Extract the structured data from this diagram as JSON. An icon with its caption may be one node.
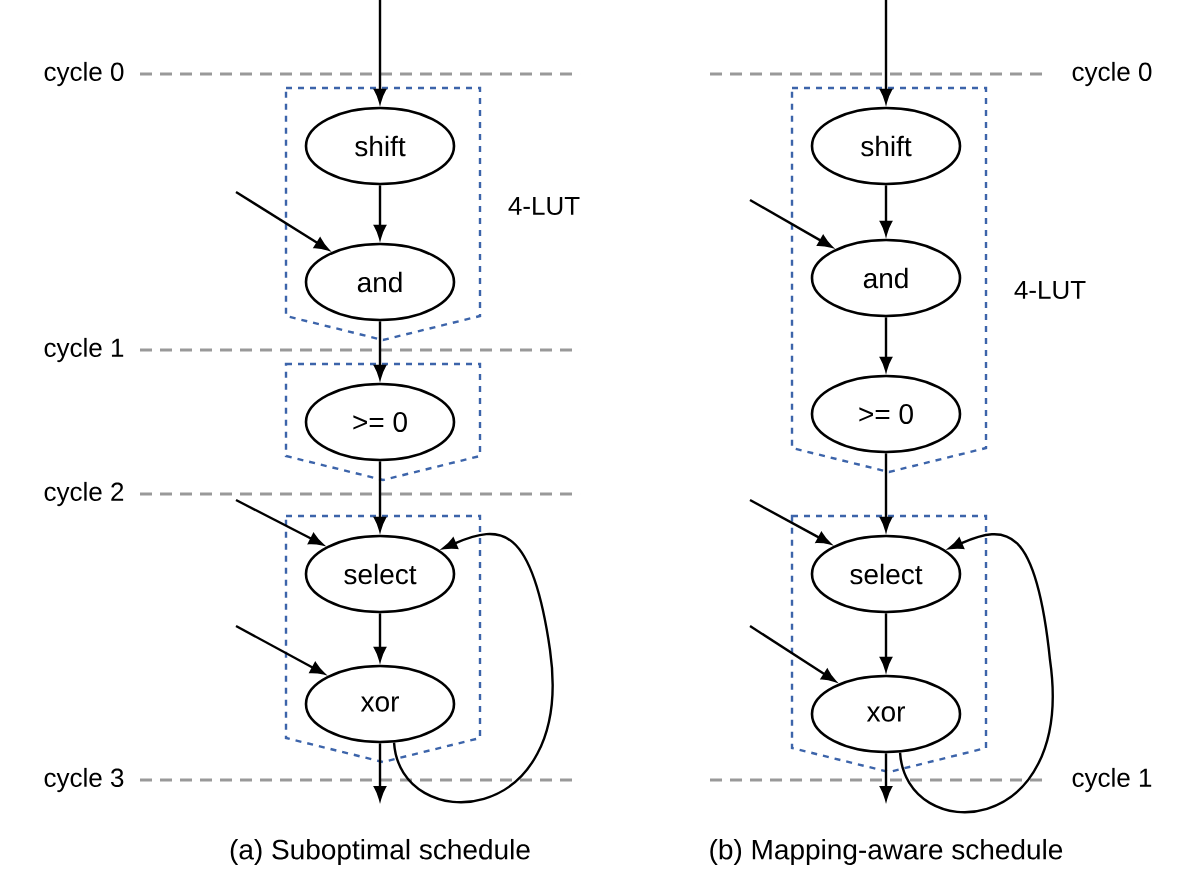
{
  "diagram": {
    "nodes": [
      {
        "text": [
          "4-LUT"
        ]
      },
      {
        "text": [
          "shift"
        ],
        "in": 0
      },
      {
        "text": [
          "and"
        ],
        "in": 0
      },
      {
        "text": [],
        "shape": "box"
      },
      {
        "text": [
          ">= 0"
        ],
        "in": 3
      },
      {
        "text": [],
        "shape": "box"
      },
      {
        "text": [
          "select"
        ],
        "in": 5
      },
      {
        "text": [
          "xor"
        ],
        "in": 5
      },
      {
        "text": [
          "4-LUT"
        ]
      },
      {
        "text": [
          "shift"
        ],
        "in": 8
      },
      {
        "text": [
          "and"
        ],
        "in": 8
      },
      {
        "text": [
          ">= 0"
        ],
        "in": 8
      },
      {
        "text": [],
        "shape": "box"
      },
      {
        "text": [
          "select"
        ],
        "in": 12
      },
      {
        "text": [
          "xor"
        ],
        "in": 12
      }
    ],
    "edges": [
      {
        "from": null,
        "to": 1,
        "arrow": "to"
      },
      {
        "from": 1,
        "to": 2,
        "arrow": "to"
      },
      {
        "from": null,
        "to": 2,
        "arrow": "to"
      },
      {
        "from": 2,
        "to": 4,
        "arrow": "to"
      },
      {
        "from": 4,
        "to": 6,
        "arrow": "to"
      },
      {
        "from": null,
        "to": 6,
        "arrow": "to"
      },
      {
        "from": 6,
        "to": 7,
        "arrow": "to"
      },
      {
        "from": null,
        "to": 7,
        "arrow": "to"
      },
      {
        "from": 7,
        "to": null,
        "arrow": "to"
      },
      {
        "from": 7,
        "to": 6,
        "arrow": "to"
      },
      {
        "from": null,
        "to": 9,
        "arrow": "to"
      },
      {
        "from": 9,
        "to": 10,
        "arrow": "to"
      },
      {
        "from": null,
        "to": 10,
        "arrow": "to"
      },
      {
        "from": 10,
        "to": 11,
        "arrow": "to"
      },
      {
        "from": 11,
        "to": 13,
        "arrow": "to"
      },
      {
        "from": null,
        "to": 13,
        "arrow": "to"
      },
      {
        "from": 13,
        "to": 14,
        "arrow": "to"
      },
      {
        "from": null,
        "to": 14,
        "arrow": "to"
      },
      {
        "from": 14,
        "to": null,
        "arrow": "to"
      },
      {
        "from": 14,
        "to": 13,
        "arrow": "to"
      }
    ],
    "labels": [
      "cycle 0",
      "cycle 0",
      "cycle 1",
      "cycle 2",
      "cycle 3",
      "cycle 1",
      "(a) Suboptimal schedule",
      "(b) Mapping-aware schedule"
    ]
  }
}
